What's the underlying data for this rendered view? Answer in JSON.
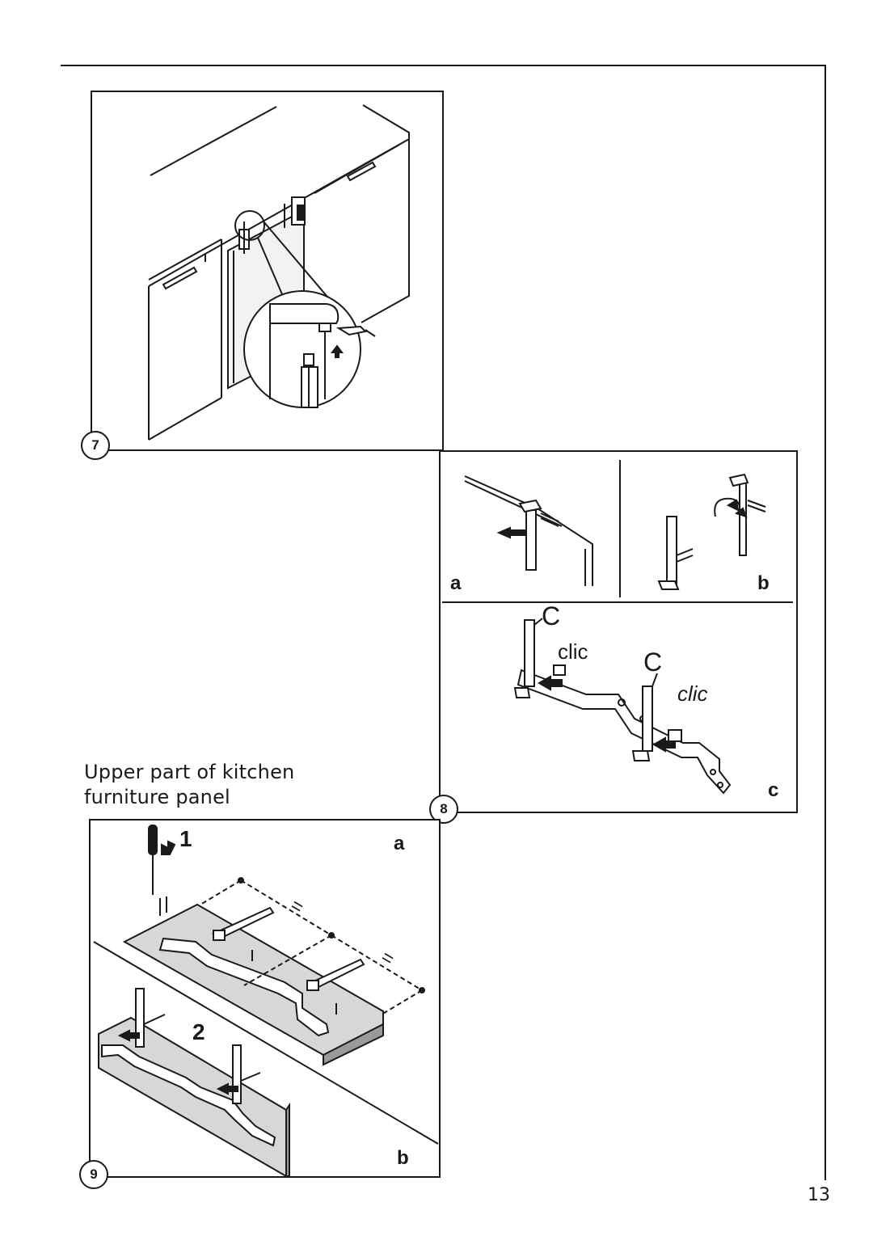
{
  "page": {
    "number": "13",
    "caption_line1": "Upper part of kitchen",
    "caption_line2": "furniture panel"
  },
  "figure7": {
    "badge": "7"
  },
  "figure8": {
    "badge": "8",
    "label_a": "a",
    "label_b": "b",
    "label_c": "c",
    "label_C1": "C",
    "label_C2": "C",
    "clic1": "clic",
    "clic2": "clic"
  },
  "figure9": {
    "badge": "9",
    "label_a": "a",
    "label_b": "b",
    "step1": "1",
    "step2": "2",
    "equal1": "=",
    "equal2": "="
  },
  "colors": {
    "ink": "#1a1a1a",
    "panel_fill": "#d7d7d7",
    "panel_dark": "#9a9a9a",
    "cabinet_fill": "#f2f2f2"
  }
}
